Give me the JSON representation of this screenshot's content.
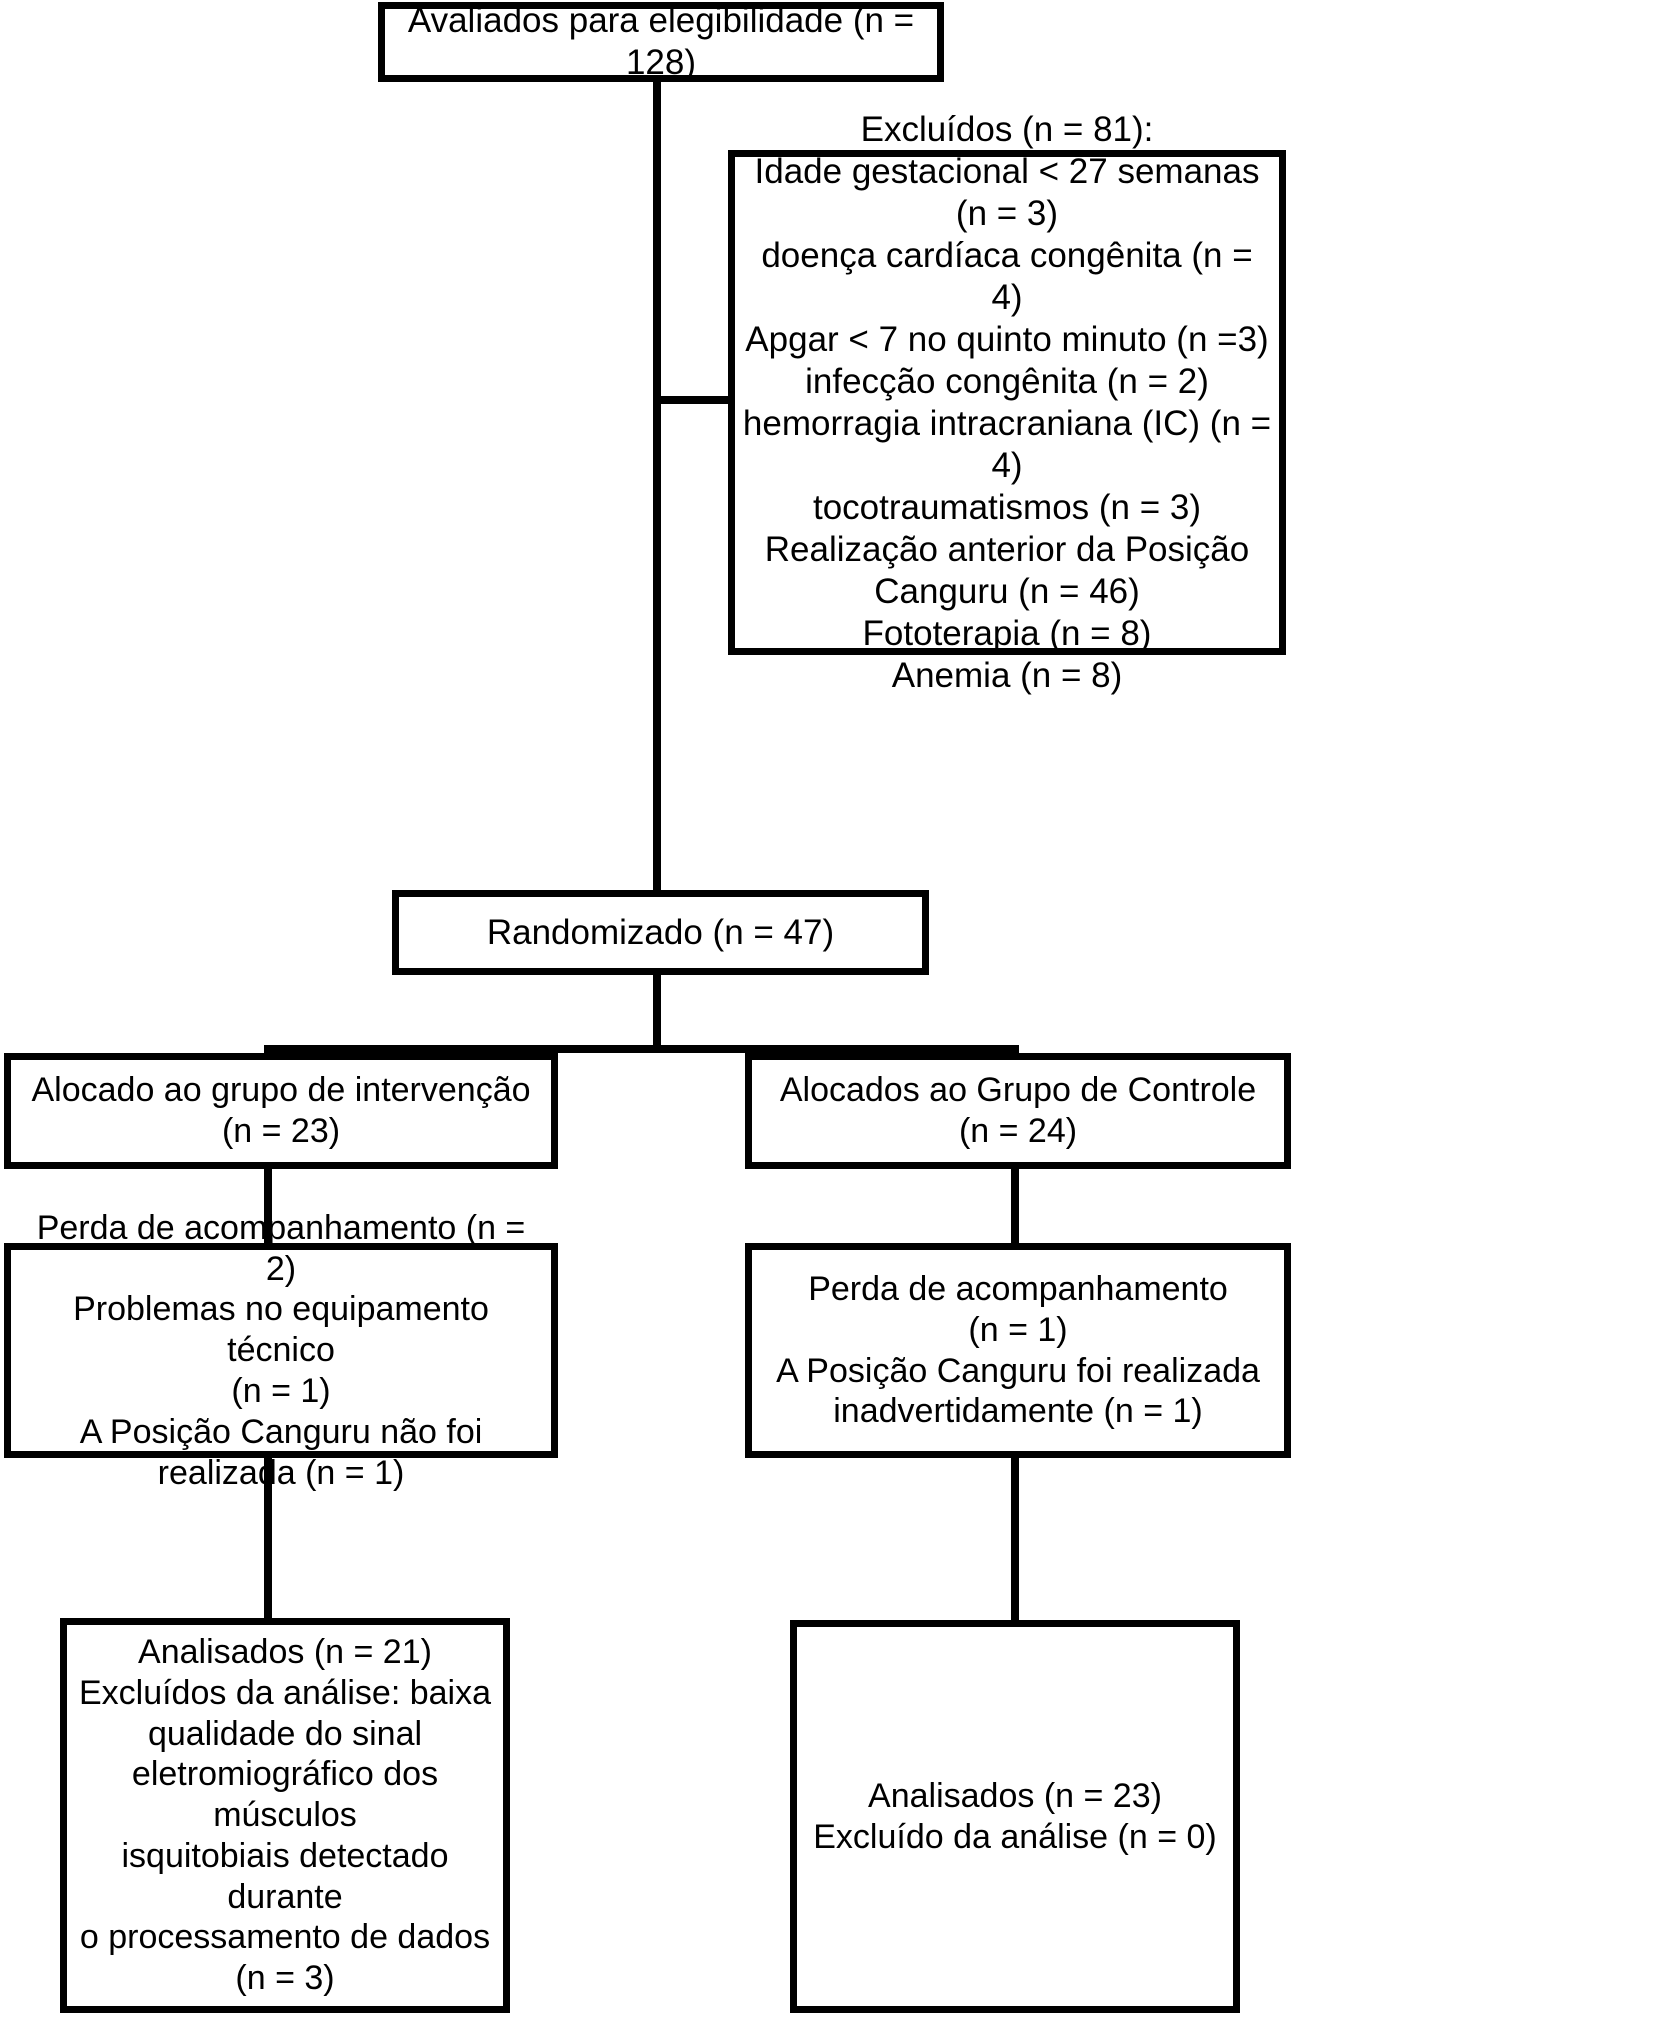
{
  "diagram": {
    "type": "consort-flow-diagram",
    "language": "pt-BR",
    "colors": {
      "stroke": "#000000",
      "background": "#ffffff",
      "text": "#000000"
    },
    "nodes": {
      "screened": {
        "label": "Avaliados para elegibilidade (n = 128)",
        "n": 128
      },
      "excluded": {
        "label": "Excluídos (n = 81):\nIdade gestacional < 27 semanas (n = 3)\ndoença cardíaca congênita (n = 4)\nApgar < 7 no quinto minuto (n =3)\ninfecção congênita (n = 2)\nhemorragia intracraniana (IC) (n = 4)\ntocotraumatismos (n = 3)\nRealização anterior da Posição\nCanguru (n = 46)\nFototerapia (n = 8)\nAnemia (n = 8)",
        "n": 81,
        "reasons": [
          {
            "reason": "Idade gestacional < 27 semanas",
            "n": 3
          },
          {
            "reason": "doença cardíaca congênita",
            "n": 4
          },
          {
            "reason": "Apgar < 7 no quinto minuto",
            "n": 3
          },
          {
            "reason": "infecção congênita",
            "n": 2
          },
          {
            "reason": "hemorragia intracraniana (IC)",
            "n": 4
          },
          {
            "reason": "tocotraumatismos",
            "n": 3
          },
          {
            "reason": "Realização anterior da Posição Canguru",
            "n": 46
          },
          {
            "reason": "Fototerapia",
            "n": 8
          },
          {
            "reason": "Anemia",
            "n": 8
          }
        ]
      },
      "randomized": {
        "label": "Randomizado (n = 47)",
        "n": 47
      },
      "alloc_left": {
        "label": "Alocado ao grupo de intervenção\n(n = 23)",
        "n": 23
      },
      "alloc_right": {
        "label": "Alocados ao Grupo de Controle\n(n = 24)",
        "n": 24
      },
      "lost_left": {
        "label": "Perda de acompanhamento (n = 2)\nProblemas no equipamento técnico\n(n = 1)\nA Posição Canguru não foi\nrealizada (n = 1)",
        "items": [
          {
            "reason": "Perda de acompanhamento",
            "n": 2
          },
          {
            "reason": "Problemas no equipamento técnico",
            "n": 1
          },
          {
            "reason": "A Posição Canguru não foi realizada",
            "n": 1
          }
        ]
      },
      "lost_right": {
        "label": "Perda de acompanhamento\n(n = 1)\nA Posição Canguru foi realizada\ninadvertidamente (n = 1)",
        "items": [
          {
            "reason": "Perda de acompanhamento",
            "n": 1
          },
          {
            "reason": "A Posição Canguru foi realizada inadvertidamente",
            "n": 1
          }
        ]
      },
      "analysed_left": {
        "label": "Analisados (n = 21)\nExcluídos da análise: baixa\nqualidade do sinal\neletromiográfico dos músculos\nisquitobiais detectado durante\no processamento de dados\n(n = 3)",
        "analysed_n": 21,
        "excluded_n": 3
      },
      "analysed_right": {
        "label": "Analisados (n = 23)\nExcluído da análise (n = 0)",
        "analysed_n": 23,
        "excluded_n": 0
      }
    }
  }
}
